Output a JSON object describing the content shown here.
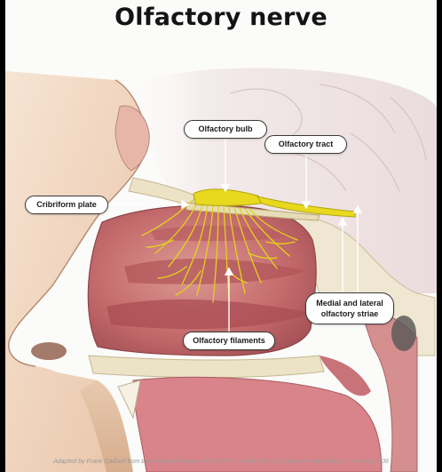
{
  "title": "Olfactory nerve",
  "labels": {
    "olfactory_bulb": "Olfactory bulb",
    "olfactory_tract": "Olfactory tract",
    "cribriform_plate": "Cribriform plate",
    "olfactory_filaments": "Olfactory filaments",
    "medial_lateral_striae": "Medial and lateral olfactory striae"
  },
  "credit": "Adapted by Frank Gaillard from the original illustration by Patrick J. Lynch Creative Commons Attribution 2.5 License 2006",
  "colors": {
    "background": "#000000",
    "panel": "#fbfbfa",
    "skin": "#f3d9c2",
    "mucosa": "#c56b6e",
    "nerve": "#e8d81e",
    "bone": "#ece3c6",
    "brain": "#f3ecec"
  }
}
